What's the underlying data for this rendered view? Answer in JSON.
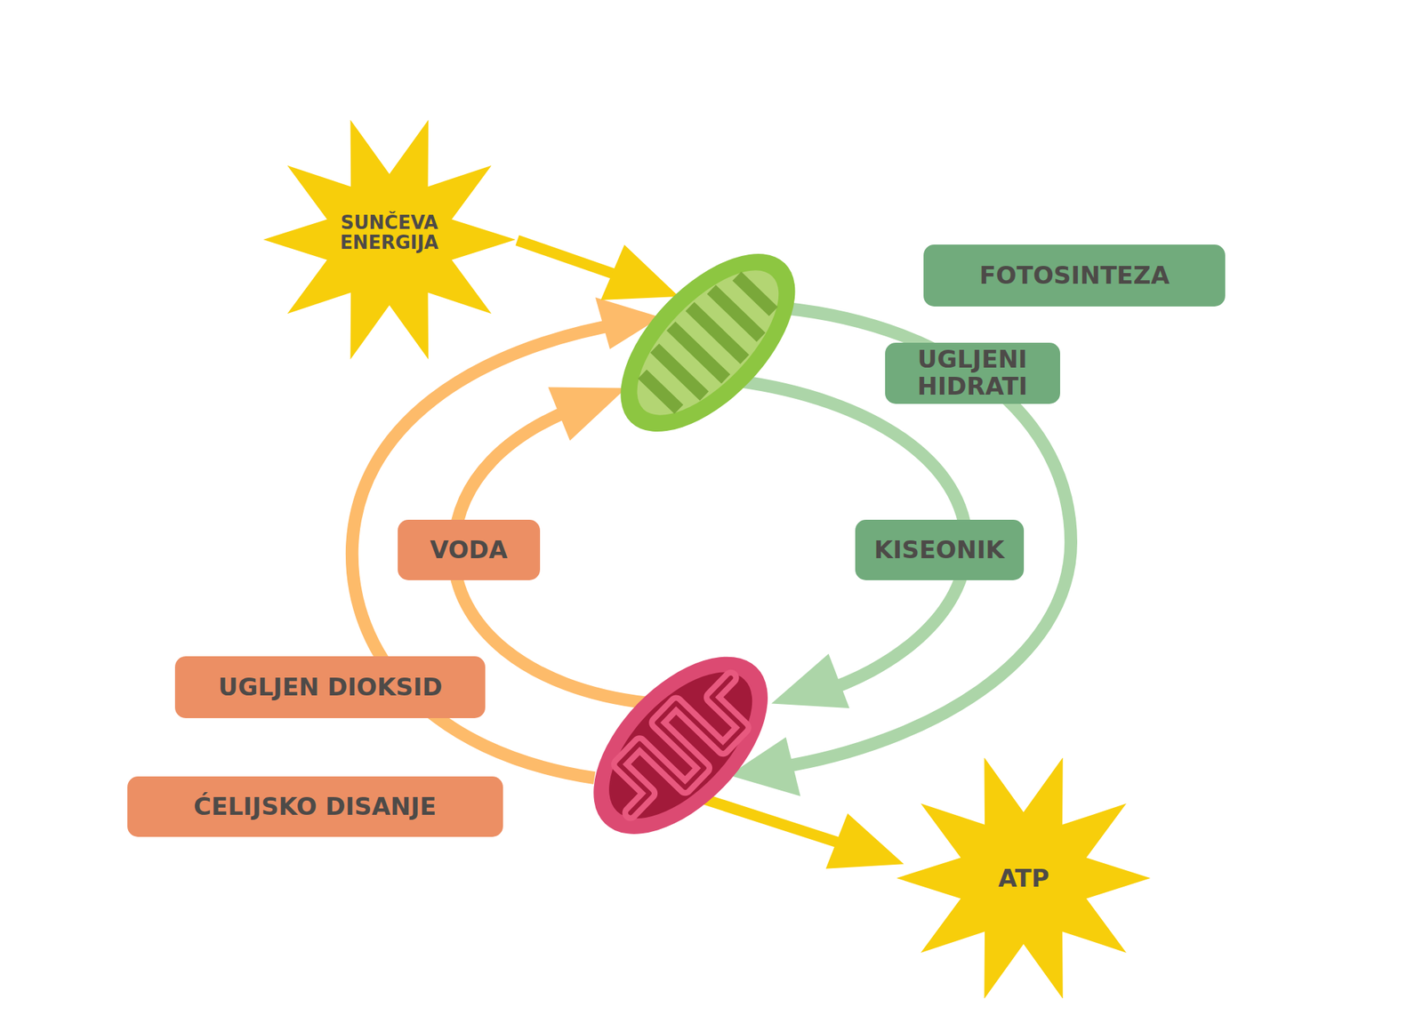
{
  "diagram": {
    "nodes": [
      {
        "text": [
          "SUNČEVA ENERGIJA"
        ]
      },
      {
        "text": [
          "FOTOSINTEZA"
        ]
      },
      {
        "text": [
          "UGLJENI HIDRATI"
        ]
      },
      {
        "text": [
          "VODA"
        ]
      },
      {
        "text": [
          "KISEONIK"
        ]
      },
      {
        "text": [
          "UGLJEN DIOKSID"
        ]
      },
      {
        "text": [
          "ĆELIJSKO DISANJE"
        ]
      },
      {
        "text": [
          "ATP"
        ]
      }
    ]
  }
}
